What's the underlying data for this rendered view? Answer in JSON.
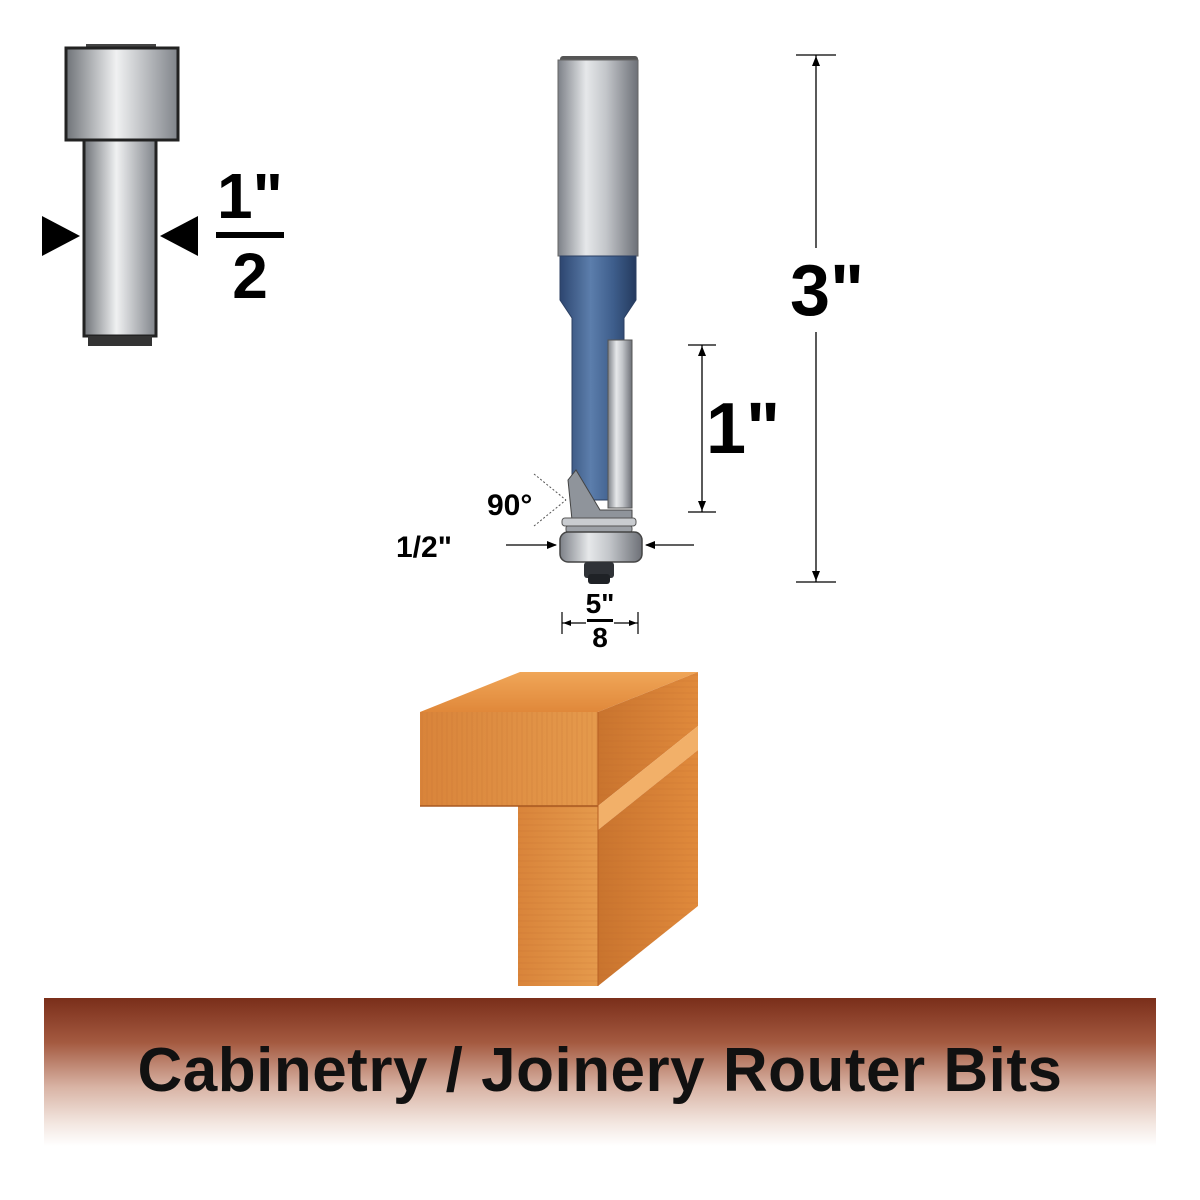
{
  "shank_icon": {
    "fraction_numerator": "1\"",
    "fraction_denominator": "2"
  },
  "dimensions": {
    "overall_length": "3\"",
    "cutting_length": "1\"",
    "angle": "90°",
    "bearing_diameter": "1/2\"",
    "cut_width_numerator": "5\"",
    "cut_width_denominator": "8"
  },
  "banner": {
    "title": "Cabinetry / Joinery Router Bits"
  },
  "colors": {
    "shank_steel": "#b8bcc2",
    "bit_body_blue": "#3f5f8c",
    "wood": "#d98a3a",
    "banner_top": "#7a2e1a"
  },
  "icons": [
    "shank-diameter-icon",
    "router-bit-illustration",
    "wood-joint-illustration"
  ]
}
